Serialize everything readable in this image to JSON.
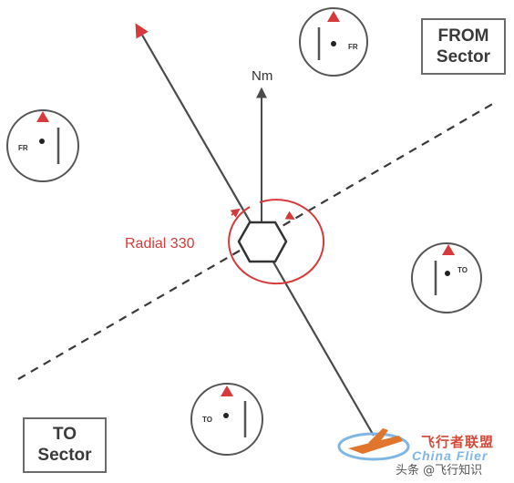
{
  "north_label": "Nm",
  "radial_label": "Radial 330",
  "from_sector": {
    "line1": "FROM",
    "line2": "Sector"
  },
  "to_sector": {
    "line1": "TO",
    "line2": "Sector"
  },
  "indicators": {
    "top": "FR",
    "left": "FR",
    "right": "TO",
    "bottom": "TO"
  },
  "watermark": {
    "chinese": "飞行者联盟",
    "english": "China Flier",
    "author": "头条 @飞行知识"
  },
  "colors": {
    "line": "#4a4a4a",
    "accent_red": "#d63a3a",
    "circle": "#555555"
  },
  "icons": [
    "vor-hexagon-icon",
    "north-arrow-icon",
    "to-from-flag-icon",
    "airplane-logo-icon"
  ]
}
